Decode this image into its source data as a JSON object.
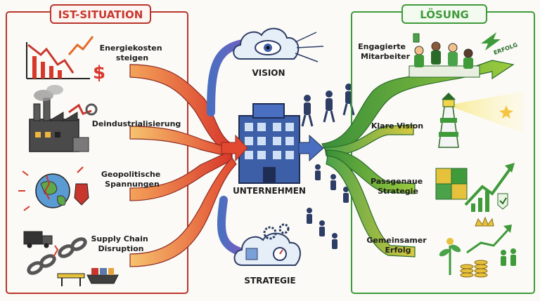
{
  "left_panel": {
    "title": "IST-SITUATION",
    "items": [
      {
        "line1": "Energiekosten",
        "line2": "steigen"
      },
      {
        "line1": "Deindustrialisierung",
        "line2": ""
      },
      {
        "line1": "Geopolitische",
        "line2": "Spannungen"
      },
      {
        "line1": "Supply Chain",
        "line2": "Disruption"
      }
    ]
  },
  "center": {
    "vision_label": "VISION",
    "company_label": "UNTERNEHMEN",
    "strategy_label": "STRATEGIE"
  },
  "right_panel": {
    "title": "LÖSUNG",
    "items": [
      {
        "line1": "Engagierte",
        "line2": "Mitarbeiter"
      },
      {
        "line1": "Klare Vision",
        "line2": ""
      },
      {
        "line1": "Passgenaue",
        "line2": "Strategie"
      },
      {
        "line1": "Gemeinsamer",
        "line2": "Erfolg"
      }
    ],
    "erfolg_tag": "ERFOLG"
  },
  "colors": {
    "problem_red": "#c8372d",
    "solution_green": "#3f9a3a",
    "building_blue": "#3d5fa8"
  }
}
